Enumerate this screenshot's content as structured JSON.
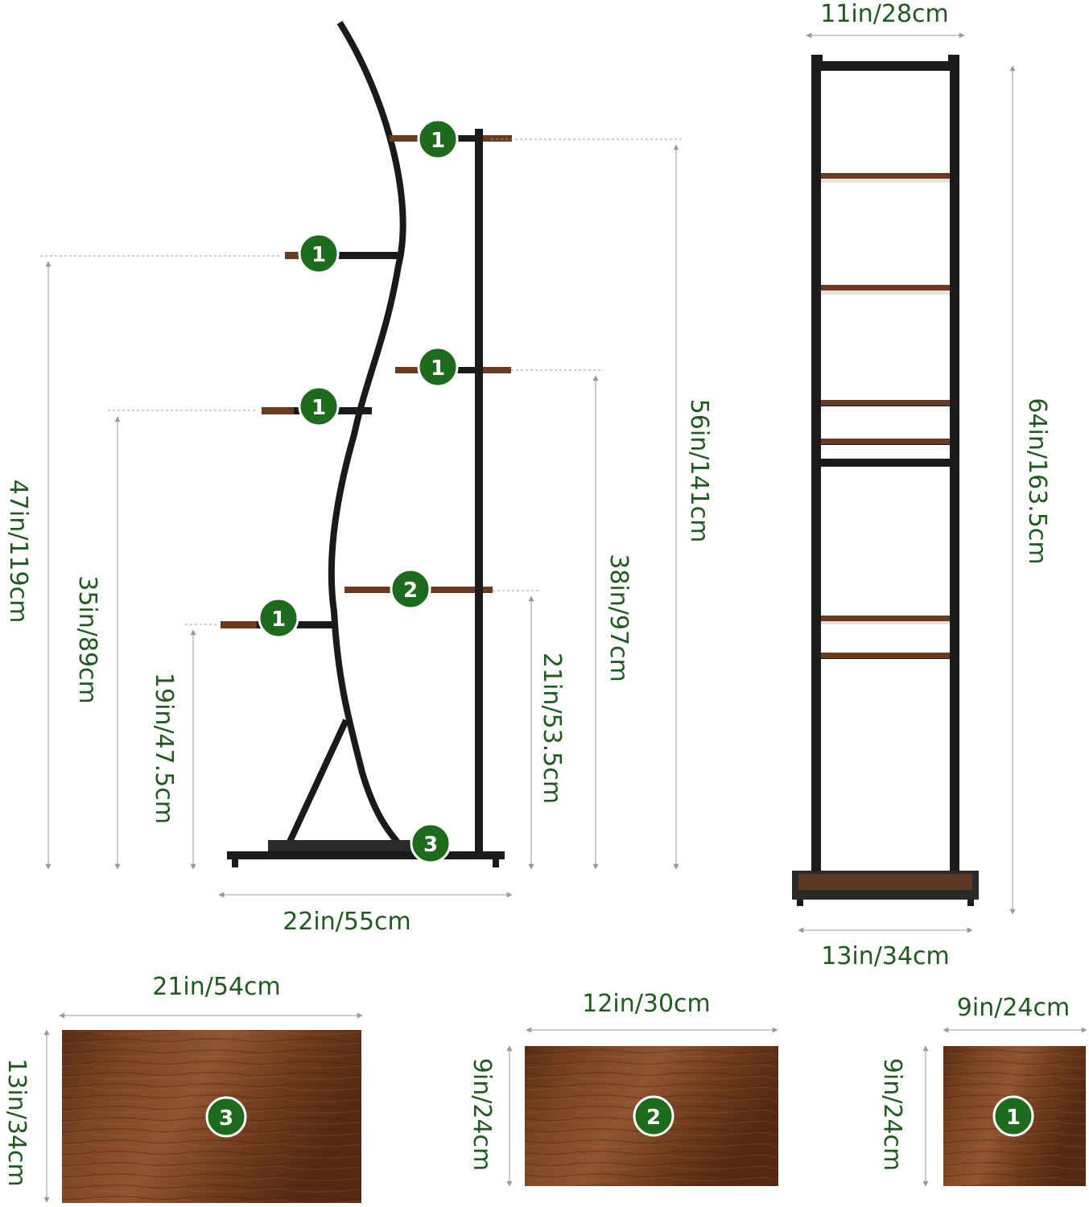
{
  "colors": {
    "frame": "#1a1a1a",
    "badge": "#1e6b1e",
    "text": "#1f5a1f",
    "wood": "#6b3a1f",
    "dim": "#999999"
  },
  "side_view": {
    "tier_badges": [
      "1",
      "1",
      "1",
      "1",
      "2",
      "1"
    ],
    "base_badge": "3",
    "dims": {
      "total_height": "56in/141cm",
      "left_top_height": "47in/119cm",
      "left_mid_height": "35in/89cm",
      "left_low_height": "19in/47.5cm",
      "right_mid_height": "38in/97cm",
      "right_low_height": "21in/53.5cm",
      "base_width": "22in/55cm"
    }
  },
  "front_view": {
    "top_width": "11in/28cm",
    "base_width": "13in/34cm",
    "total_height": "64in/163.5cm"
  },
  "boards": [
    {
      "badge": "3",
      "width": "21in/54cm",
      "depth": "13in/34cm"
    },
    {
      "badge": "2",
      "width": "12in/30cm",
      "depth": "9in/24cm"
    },
    {
      "badge": "1",
      "width": "9in/24cm",
      "depth": "9in/24cm"
    }
  ]
}
